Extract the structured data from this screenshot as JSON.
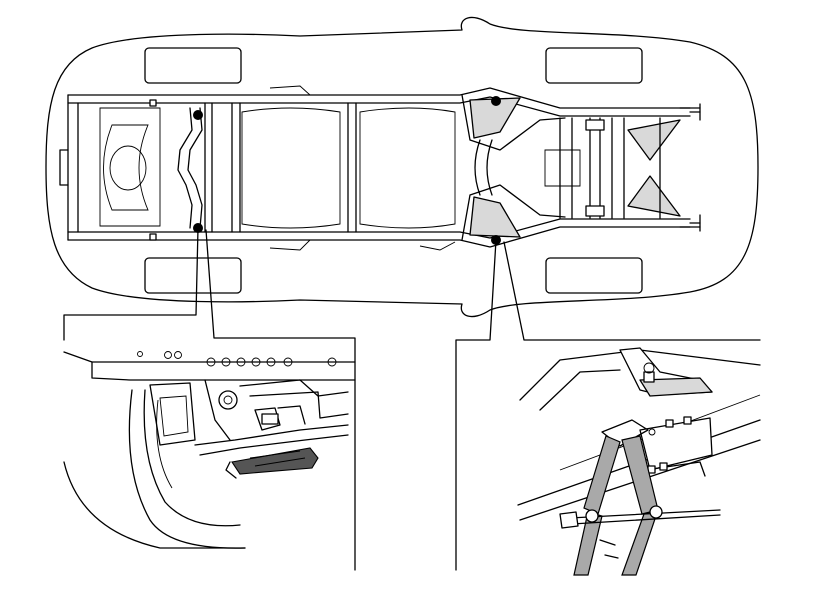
{
  "colors": {
    "line": "#000000",
    "background": "#ffffff",
    "jack_fill": "#a9a9a9",
    "pad_fill": "#555555",
    "shade": "#d9d9d9"
  },
  "diagram": {
    "jack_points": [
      {
        "id": "front-left"
      },
      {
        "id": "front-right"
      },
      {
        "id": "rear-left"
      },
      {
        "id": "rear-right"
      }
    ],
    "details": [
      "front-jack-point-detail",
      "rear-jack-point-detail"
    ]
  }
}
